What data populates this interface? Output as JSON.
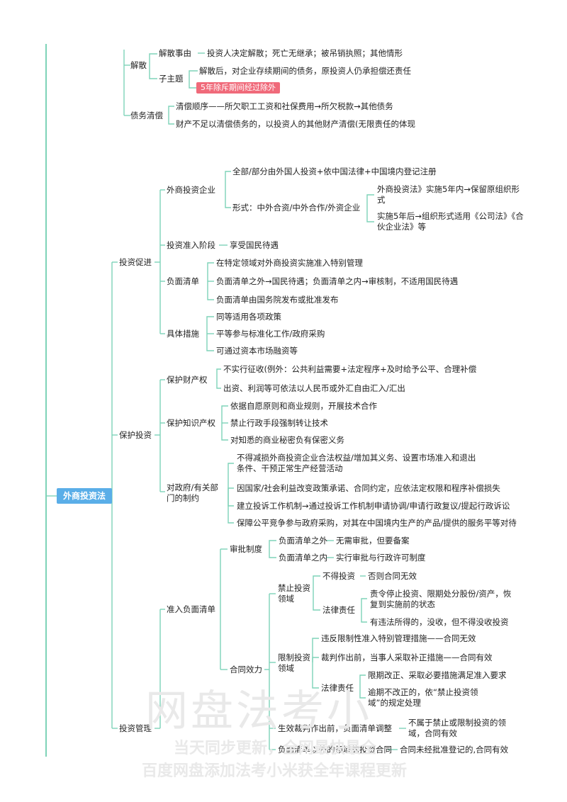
{
  "root": "外商投资法",
  "dissolution": {
    "label": "解散",
    "reasons_label": "解散事由",
    "reasons": "投资人决定解散；死亡无继承；被吊销执照；其他情形",
    "subtopic_label": "子主题",
    "subtopic_text": "解散后，对企业存续期间的债务，原投资人仍承担偿还责任",
    "badge": "5年除斥期间经过除外",
    "debt_label": "债务清偿",
    "debt_order": "清偿顺序——所欠职工工资和社保费用→所欠税款→其他债务",
    "debt_insufficient": "财产不足以清偿债务的，以投资人的其他财产清偿(无限责任的体现"
  },
  "promotion": {
    "label": "投资促进",
    "fie_label": "外商投资企业",
    "fie_scope": "全部/部分由外国人投资+依中国法律+中国境内登记注册",
    "fie_form": "形式：中外合资/中外合作/外资企业",
    "form_1": "外商投资法》实施5年内→保留原组织形式",
    "form_2": "实施5年后→组织形式适用《公司法》《合伙企业法》等",
    "access_label": "投资准入阶段",
    "access_text": "享受国民待遇",
    "negative_label": "负面清单",
    "negative_1": "在特定领域对外商投资实施准入特别管理",
    "negative_2": "负面清单之外→国民待遇；负面清单之内→审核制，不适用国民待遇",
    "negative_3": "负面清单由国务院发布或批准发布",
    "measures_label": "具体措施",
    "measures_1": "同等适用各项政策",
    "measures_2": "平等参与标准化工作/政府采购",
    "measures_3": "可通过资本市场融资等"
  },
  "protection": {
    "label": "保护投资",
    "property_label": "保护财产权",
    "property_1": "不实行征收(例外：公共利益需要+法定程序+及时给予公平、合理补偿",
    "property_2": "出资、利润等可依法以人民币或外汇自由汇入/汇出",
    "ip_label": "保护知识产权",
    "ip_1": "依据自愿原则和商业规则，开展技术合作",
    "ip_2": "禁止行政手段强制转让技术",
    "ip_3": "对知悉的商业秘密负有保密义务",
    "gov_label": "对政府/有关部门的制约",
    "gov_1": "不得减损外商投资企业合法权益/增加其义务、设置市场准入和退出条件、干预正常生产经营活动",
    "gov_2": "因国家/社会利益改变政策承诺、合同约定，应依法定权限和程序补偿损失",
    "gov_3": "建立投诉工作机制→通过投诉工作机制申请协调/申请行政复议/提起行政诉讼",
    "gov_4": "保障公平竞争参与政府采购，对其在中国境内生产的产品/提供的服务平等对待"
  },
  "management": {
    "label": "投资管理",
    "entry_label": "准入负面清单",
    "approval_label": "审批制度",
    "approval_out": "负面清单之外",
    "approval_out_text": "无需审批，但要备案",
    "approval_in": "负面清单之内",
    "approval_in_text": "实行审批与行政许可制度",
    "contract_label": "合同效力",
    "prohibited_label": "禁止投资领域",
    "no_invest": "不得投资",
    "no_invest_text": "否则合同无效",
    "legal_liab": "法律责任",
    "prohibited_liab_1": "责令停止投资、限期处分股份/资产，恢复到实施前的状态",
    "prohibited_liab_2": "有违法所得的，没收，但不得没收投资",
    "restricted_label": "限制投资领域",
    "restricted_1": "违反限制性准入特别管理措施——合同无效",
    "restricted_2": "裁判作出前，当事人采取补正措施——合同有效",
    "restricted_liab_1": "限期改正、采取必要措施满足准入要求",
    "restricted_liab_2": "逾期不改正的，依“禁止投资领域”的规定处理",
    "adjust_label": "生效裁判作出前，负面清单调整",
    "adjust_text": "不属于禁止或限制投资的领域，合同有效",
    "outside_label": "负面清单以外的领域的投资合同",
    "outside_text": "合同未经批准登记的,合同有效"
  },
  "watermark": {
    "line1": "网盘法考小",
    "line2": "当天同步更新，全网最快最全",
    "line3": "百度网盘添加法考小米获全年课程更新"
  },
  "colors": {
    "line": "#7ed3b8",
    "root": "#5aaee8",
    "badge": "#f06a7a"
  }
}
